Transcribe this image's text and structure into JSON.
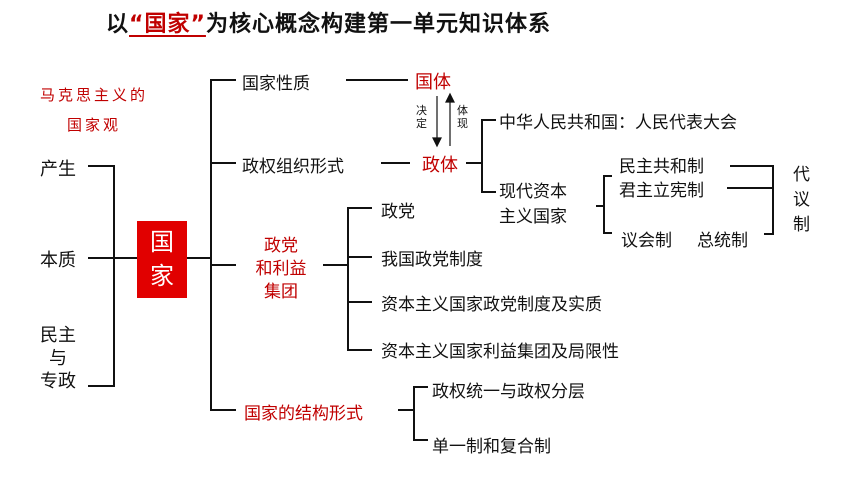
{
  "title": {
    "prefix": "以",
    "highlight": "“国家”",
    "suffix": "为核心概念构建第一单元知识体系"
  },
  "caption": {
    "line1": "马克思主义的",
    "line2": "国家观"
  },
  "left_items": {
    "origin": "产生",
    "essence": "本质",
    "democracy_line1": "民主",
    "democracy_line2": "与",
    "democracy_line3": "专政"
  },
  "center": {
    "char1": "国",
    "char2": "家"
  },
  "branches": {
    "nature": "国家性质",
    "organization": "政权组织形式",
    "parties_line1": "政党",
    "parties_line2": "和利益",
    "parties_line3": "集团",
    "structure": "国家的结构形式"
  },
  "state_system": "国体",
  "government_form": "政体",
  "relation": {
    "decides_line1": "决",
    "decides_line2": "定",
    "reflects_line1": "体",
    "reflects_line2": "现"
  },
  "gov_forms": {
    "china": "中华人民共和国：人民代表大会",
    "modern_line1": "现代资本",
    "modern_line2": "主义国家",
    "republic": "民主共和制",
    "monarchy": "君主立宪制",
    "parliamentary": "议会制",
    "presidential": "总统制",
    "representative_1": "代",
    "representative_2": "议",
    "representative_3": "制"
  },
  "party_items": [
    "政党",
    "我国政党制度",
    "资本主义国家政党制度及实质",
    "资本主义国家利益集团及局限性"
  ],
  "structure_items": [
    "政权统一与政权分层",
    "单一制和复合制"
  ],
  "colors": {
    "accent_red": "#c00000",
    "box_red": "#e10000",
    "text": "#111111",
    "background": "#ffffff"
  }
}
